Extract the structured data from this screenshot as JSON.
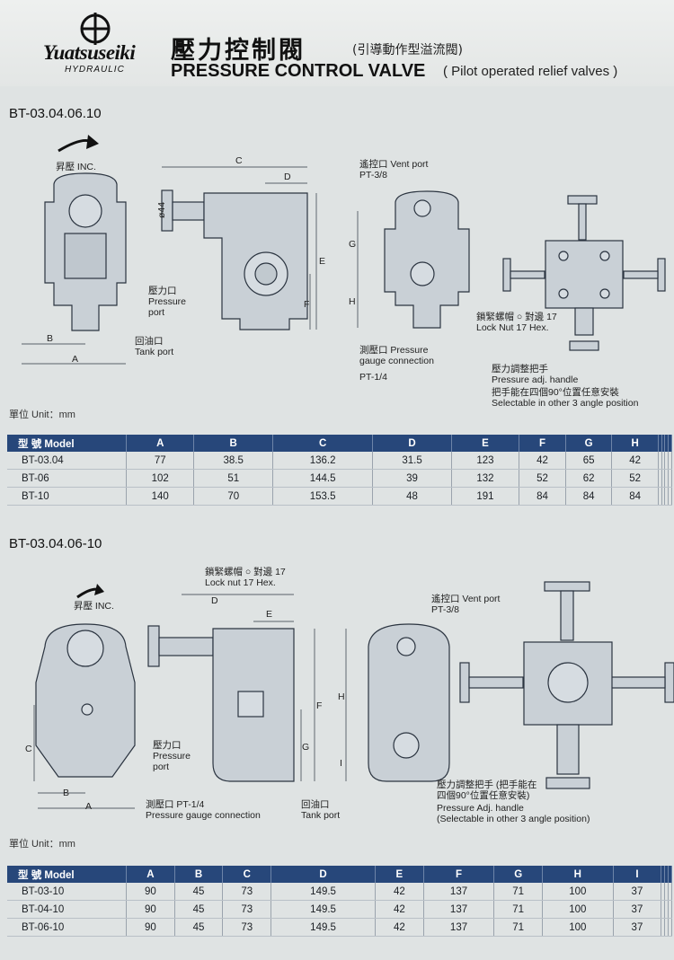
{
  "header": {
    "brand": "Yuatsuseiki",
    "brand_sub": "HYDRAULIC",
    "title_zh": "壓力控制閥",
    "title_zh_sub": "(引導動作型溢流閥)",
    "title_en": "PRESSURE CONTROL VALVE",
    "title_en_sub": "( Pilot operated relief valves )"
  },
  "section1": {
    "title": "BT-03.04.06.10",
    "labels": {
      "inc": "昇壓 INC.",
      "c": "C",
      "d": "D",
      "phi44": "ø44",
      "e": "E",
      "f": "F",
      "g": "G",
      "h": "H",
      "a": "A",
      "b": "B",
      "pressure_port": [
        "壓力口",
        "Pressure",
        "port"
      ],
      "tank_port": [
        "回油口",
        "Tank port"
      ],
      "vent_port": [
        "遙控口 Vent port",
        "PT-3/8"
      ],
      "gauge": [
        "測壓口 Pressure",
        "gauge connection",
        "PT-1/4"
      ],
      "lock_nut": [
        "鎖緊螺帽 ○ 對邊 17",
        "Lock Nut 17 Hex."
      ],
      "handle": [
        "壓力調整把手",
        "Pressure adj. handle",
        "把手能在四個90°位置任意安裝",
        "Selectable in other 3 angle position"
      ],
      "unit": "單位 Unit：mm"
    },
    "table": {
      "headers": [
        "型 號 Model",
        "A",
        "B",
        "C",
        "D",
        "E",
        "F",
        "G",
        "H",
        "",
        "",
        "",
        ""
      ],
      "rows": [
        [
          "BT-03.04",
          "77",
          "38.5",
          "136.2",
          "31.5",
          "123",
          "42",
          "65",
          "42",
          "",
          "",
          "",
          ""
        ],
        [
          "BT-06",
          "102",
          "51",
          "144.5",
          "39",
          "132",
          "52",
          "62",
          "52",
          "",
          "",
          "",
          ""
        ],
        [
          "BT-10",
          "140",
          "70",
          "153.5",
          "48",
          "191",
          "84",
          "84",
          "84",
          "",
          "",
          "",
          ""
        ]
      ]
    }
  },
  "section2": {
    "title": "BT-03.04.06-10",
    "labels": {
      "inc": "昇壓 INC.",
      "lock_nut": [
        "鎖緊螺帽 ○ 對邊 17",
        "Lock nut 17 Hex."
      ],
      "d": "D",
      "e": "E",
      "f": "F",
      "g": "G",
      "h": "H",
      "i": "I",
      "c": "C",
      "a": "A",
      "b": "B",
      "vent_port": [
        "遙控口 Vent port",
        "PT-3/8"
      ],
      "pressure_port": [
        "壓力口",
        "Pressure",
        "port"
      ],
      "gauge": [
        "測壓口 PT-1/4",
        "Pressure gauge connection"
      ],
      "tank_port": [
        "回油口",
        "Tank port"
      ],
      "handle": [
        "壓力調整把手 (把手能在",
        "四個90°位置任意安裝)",
        "Pressure Adj. handle",
        "(Selectable in other 3 angle position)"
      ],
      "unit": "單位 Unit：mm"
    },
    "table": {
      "headers": [
        "型 號 Model",
        "A",
        "B",
        "C",
        "D",
        "E",
        "F",
        "G",
        "H",
        "I",
        "",
        "",
        ""
      ],
      "rows": [
        [
          "BT-03-10",
          "90",
          "45",
          "73",
          "149.5",
          "42",
          "137",
          "71",
          "100",
          "37",
          "",
          "",
          ""
        ],
        [
          "BT-04-10",
          "90",
          "45",
          "73",
          "149.5",
          "42",
          "137",
          "71",
          "100",
          "37",
          "",
          "",
          ""
        ],
        [
          "BT-06-10",
          "90",
          "45",
          "73",
          "149.5",
          "42",
          "137",
          "71",
          "100",
          "37",
          "",
          "",
          ""
        ]
      ]
    }
  }
}
